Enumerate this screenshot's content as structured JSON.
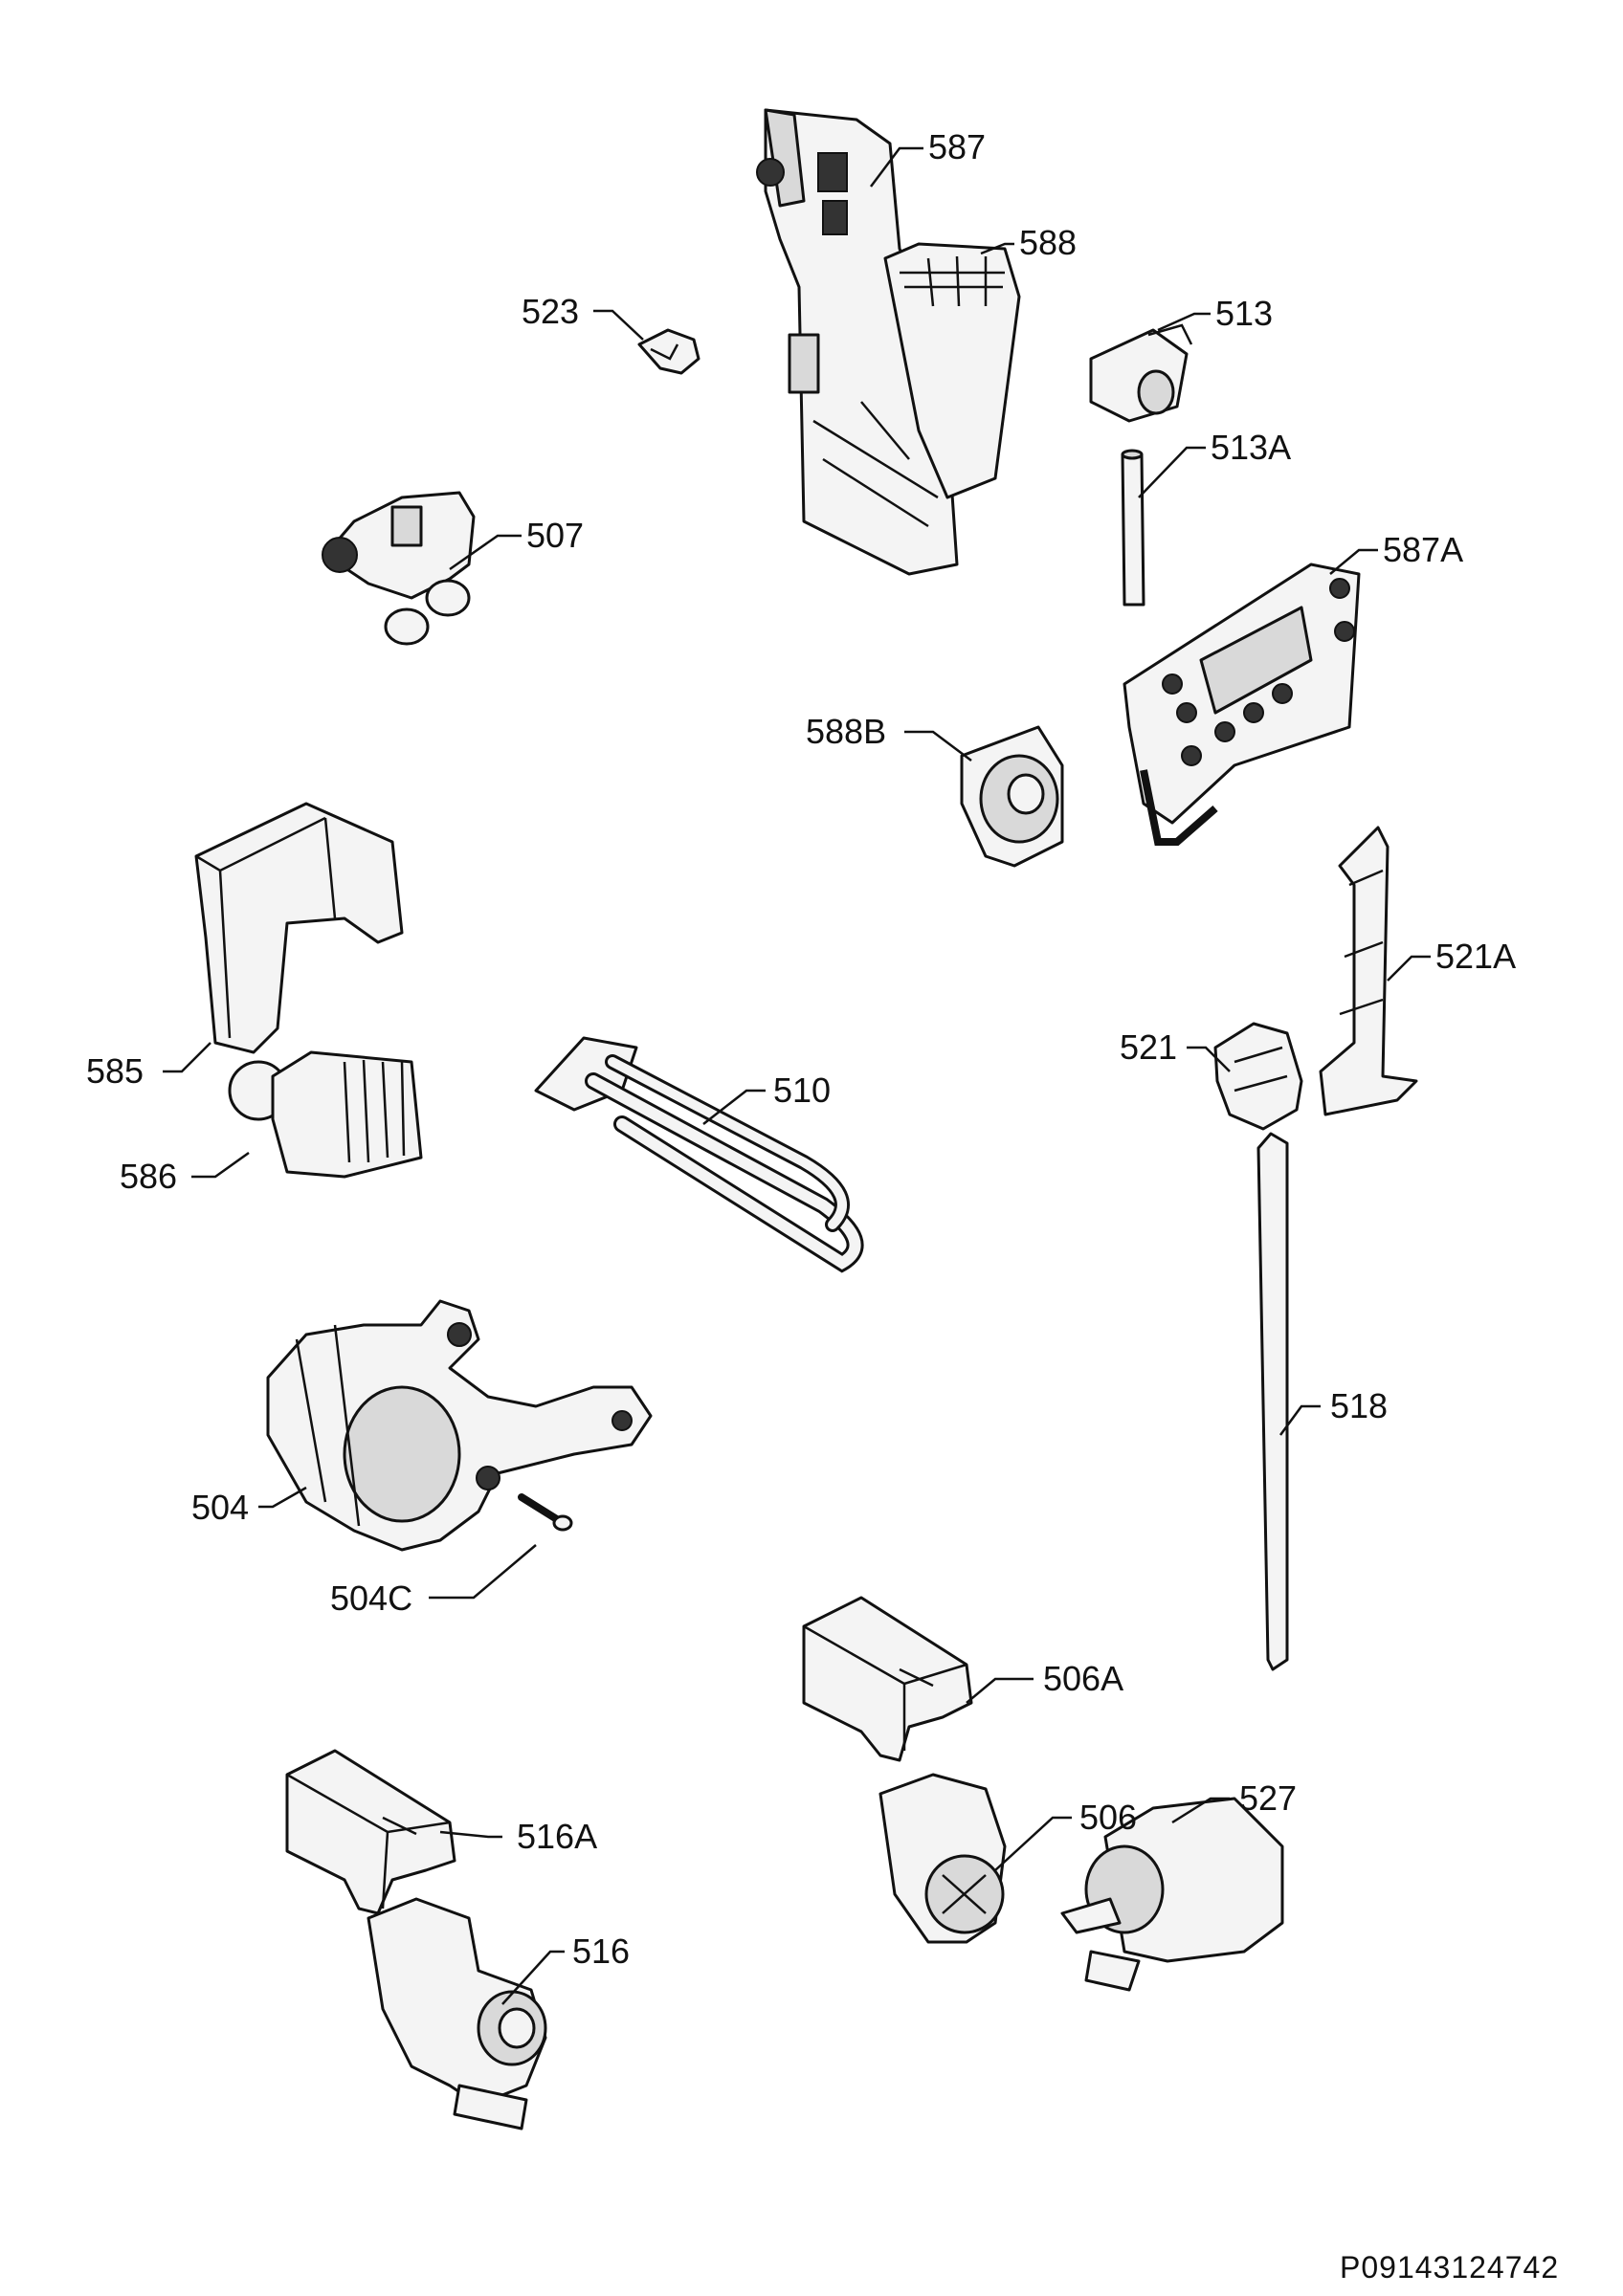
{
  "diagram": {
    "document_id": "P09143124742",
    "labels": {
      "p587": "587",
      "p588": "588",
      "p523": "523",
      "p513": "513",
      "p513a": "513A",
      "p507": "507",
      "p587a": "587A",
      "p588b": "588B",
      "p521a": "521A",
      "p585": "585",
      "p521": "521",
      "p510": "510",
      "p586": "586",
      "p518": "518",
      "p504": "504",
      "p504c": "504C",
      "p506a": "506A",
      "p527": "527",
      "p506": "506",
      "p516a": "516A",
      "p516": "516"
    }
  }
}
